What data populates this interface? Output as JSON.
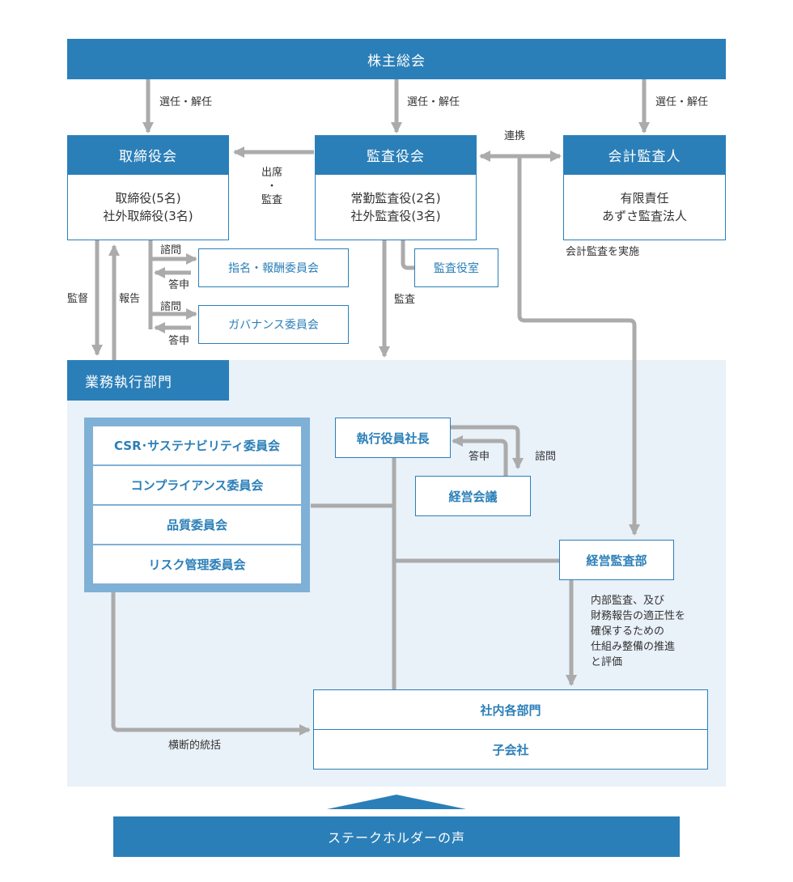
{
  "colors": {
    "primary": "#2b7fb8",
    "panel": "#e9f1f9",
    "frame": "#7fb0d6",
    "arrow": "#ababab"
  },
  "shareholders": "株主総会",
  "elect_labels": [
    "選任・解任",
    "選任・解任",
    "選任・解任"
  ],
  "board": {
    "title": "取締役会",
    "lines": [
      "取締役(5名)",
      "社外取締役(3名)"
    ]
  },
  "auditors": {
    "title": "監査役会",
    "lines": [
      "常勤監査役(2名)",
      "社外監査役(3名)"
    ]
  },
  "accounting": {
    "title": "会計監査人",
    "lines": [
      "有限責任",
      "あずさ監査法人"
    ],
    "note": "会計監査を実施"
  },
  "attend_label": [
    "出席",
    "・",
    "監査"
  ],
  "link_label": "連携",
  "auditor_office": "監査役室",
  "nomination_committee": "指名・報酬委員会",
  "governance_committee": "ガバナンス委員会",
  "consult_label": "諮問",
  "answer_label": "答申",
  "supervise_label": "監督",
  "report_label": "報告",
  "audit_label": "監査",
  "execution_dept": "業務執行部門",
  "csr_committees": [
    "CSR･サステナビリティ委員会",
    "コンプライアンス委員会",
    "品質委員会",
    "リスク管理委員会"
  ],
  "president": "執行役員社長",
  "management_meeting": "経営会議",
  "mgmt_audit": "経営監査部",
  "mgmt_audit_note": [
    "内部監査、及び",
    "財務報告の適正性を",
    "確保するための",
    "仕組み整備の推進",
    "と評価"
  ],
  "departments": "社内各部門",
  "subsidiaries": "子会社",
  "cross_label": "横断的統括",
  "stakeholders": "ステークホルダーの声"
}
